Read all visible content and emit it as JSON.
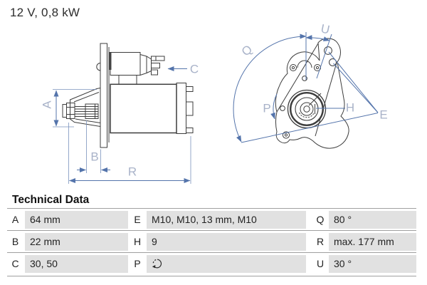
{
  "header": {
    "title": "12 V, 0,8 kW"
  },
  "technical_data": {
    "heading": "Technical Data",
    "rows": [
      [
        {
          "key": "A",
          "value": "64 mm"
        },
        {
          "key": "E",
          "value": "M10, M10, 13 mm, M10"
        },
        {
          "key": "Q",
          "value": "80 °"
        }
      ],
      [
        {
          "key": "B",
          "value": "22 mm"
        },
        {
          "key": "H",
          "value": "9"
        },
        {
          "key": "R",
          "value": "max. 177 mm"
        }
      ],
      [
        {
          "key": "C",
          "value": "30, 50"
        },
        {
          "key": "P",
          "value": "",
          "icon": "counterclockwise-rotation"
        },
        {
          "key": "U",
          "value": "30 °"
        }
      ]
    ]
  },
  "drawings": {
    "side_view_labels": {
      "A": "A",
      "B": "B",
      "C": "C",
      "R": "R"
    },
    "front_view_labels": {
      "P": "P",
      "Q": "Q",
      "U": "U",
      "H": "H",
      "E": "E"
    }
  },
  "colors": {
    "dimension_line": "#5474ab",
    "dimension_label": "#a9b3c9",
    "drawing_line": "#3d3d3d",
    "value_cell_bg": "#e1e1e1"
  }
}
